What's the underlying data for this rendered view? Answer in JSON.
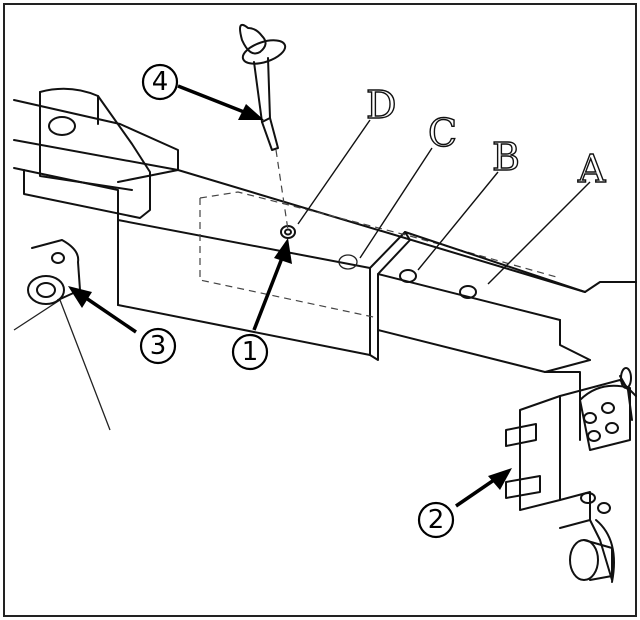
{
  "callouts": [
    {
      "number": "1"
    },
    {
      "number": "2"
    },
    {
      "number": "3"
    },
    {
      "number": "4"
    }
  ],
  "hole_letters": [
    "A",
    "B",
    "C",
    "D"
  ],
  "colors": {
    "ink": "#111111",
    "paper": "#ffffff"
  }
}
